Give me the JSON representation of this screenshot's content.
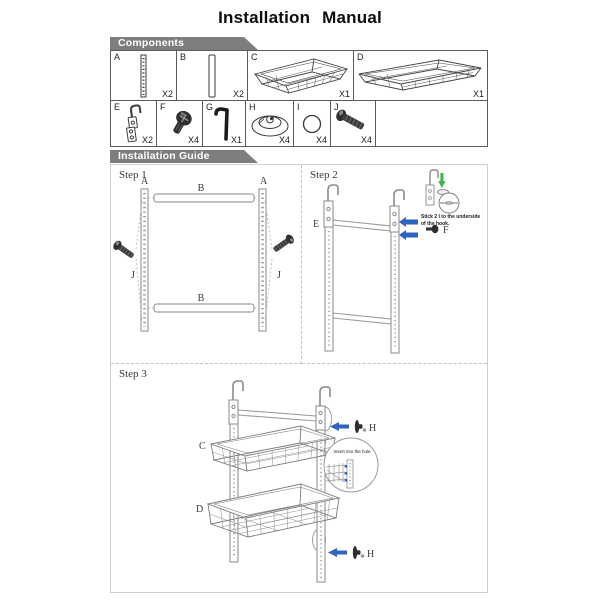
{
  "title": "Installation Manual",
  "components": {
    "header": "Components",
    "items": [
      {
        "label": "A",
        "count": "X2",
        "icon": "perforated-rail-icon"
      },
      {
        "label": "B",
        "count": "X2",
        "icon": "plain-rail-icon"
      },
      {
        "label": "C",
        "count": "X1",
        "icon": "deep-wire-basket-icon"
      },
      {
        "label": "D",
        "count": "X1",
        "icon": "shallow-wire-basket-icon"
      },
      {
        "label": "E",
        "count": "X2",
        "icon": "hook-bracket-icon"
      },
      {
        "label": "F",
        "count": "X4",
        "icon": "round-head-screw-icon"
      },
      {
        "label": "G",
        "count": "X1",
        "icon": "allen-key-icon"
      },
      {
        "label": "H",
        "count": "X4",
        "icon": "suction-cone-icon"
      },
      {
        "label": "I",
        "count": "X4",
        "icon": "ring-icon"
      },
      {
        "label": "J",
        "count": "X4",
        "icon": "bolt-icon"
      }
    ]
  },
  "guide": {
    "header": "Installation Guide",
    "step1": {
      "title": "Step 1",
      "label_a_left": "A",
      "label_a_right": "A",
      "label_b_top": "B",
      "label_b_bottom": "B",
      "label_j_left": "J",
      "label_j_right": "J"
    },
    "step2": {
      "title": "Step 2",
      "label_e": "E",
      "label_f": "F",
      "note": "Stick 2 I to the underside of the hook."
    },
    "step3": {
      "title": "Step 3",
      "label_c": "C",
      "label_d": "D",
      "label_h_top": "H",
      "label_h_bottom": "H",
      "note": "Insert into the hole"
    }
  },
  "colors": {
    "banner_gray": "#7e7e7e",
    "arrow_blue": "#2f63bd",
    "arrow_green": "#3cb44a",
    "component_line": "#3a3a3a",
    "diagram_line": "#8a8a8a"
  }
}
